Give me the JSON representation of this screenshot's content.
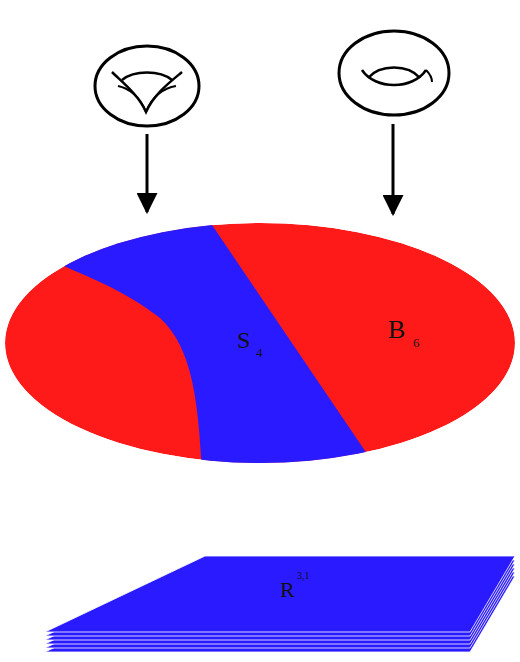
{
  "diagram": {
    "labels": [
      "S",
      "4",
      "B",
      "6",
      "R",
      "3,1"
    ]
  }
}
